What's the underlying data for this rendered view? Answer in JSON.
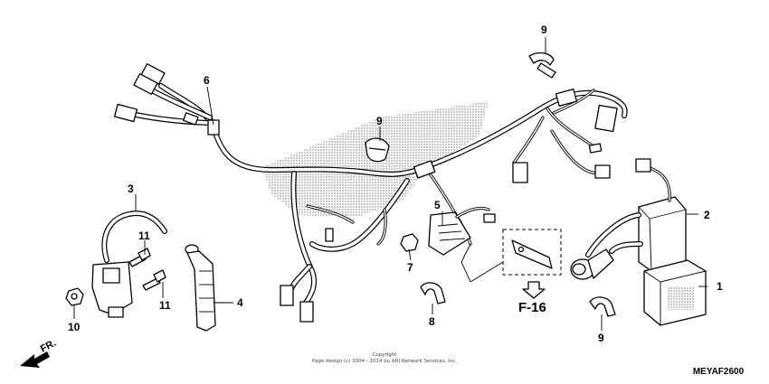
{
  "diagram": {
    "callouts": {
      "p1": "1",
      "p2": "2",
      "p3": "3",
      "p4": "4",
      "p5": "5",
      "p6": "6",
      "p7": "7",
      "p8": "8",
      "p9a": "9",
      "p9b": "9",
      "p9c": "9",
      "p10": "10",
      "p11a": "11",
      "p11b": "11"
    },
    "reference": "F-16",
    "direction": "FR.",
    "footer": {
      "line1": "Copyright",
      "line2": "Page design (c) 2004 - 2014 by ARI Network Services, Inc."
    },
    "code": "MEYAF2600"
  }
}
